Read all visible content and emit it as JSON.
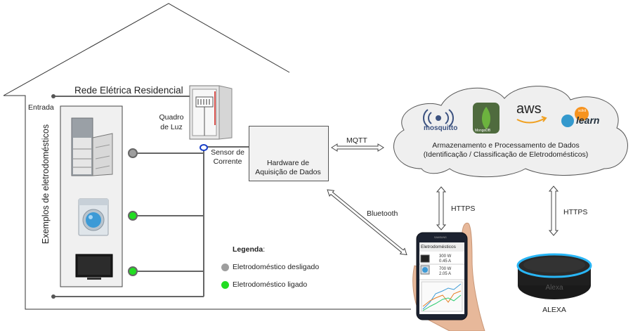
{
  "house": {
    "network_title": "Rede Elétrica Residencial",
    "entry_label": "Entrada",
    "appliances_label": "Exemplos de eletrodomésticos",
    "panel_label_line1": "Quadro",
    "panel_label_line2": "de Luz",
    "sensor_label_line1": "Sensor de",
    "sensor_label_line2": "Corrente"
  },
  "hardware": {
    "line1": "Hardware de",
    "line2": "Aquisição de Dados"
  },
  "connections": {
    "mqtt": "MQTT",
    "bluetooth": "Bluetooth",
    "https_phone": "HTTPS",
    "https_alexa": "HTTPS"
  },
  "cloud": {
    "line1": "Armazenamento e Processamento de Dados",
    "line2": "(Identificação / Classificação de Eletrodomésticos)",
    "logos": [
      {
        "name": "mosquitto",
        "text": "mosquitto"
      },
      {
        "name": "mongodb",
        "text": "MongoDB"
      },
      {
        "name": "aws",
        "text": "aws"
      },
      {
        "name": "scikit-learn",
        "text": "learn",
        "prefix": "scikit"
      }
    ]
  },
  "legend": {
    "title": "Legenda",
    "title_suffix": ":",
    "off_label": "Eletrodoméstico desligado",
    "on_label": "Eletrodoméstico ligado",
    "off_color": "#9e9e9e",
    "on_color": "#22dd22"
  },
  "phone": {
    "app_title": "Eletrodomésticos",
    "brand": "SAMSUNG",
    "items": [
      {
        "power": "300  W",
        "current": "0.45 A"
      },
      {
        "power": "700  W",
        "current": "2.05 A"
      }
    ]
  },
  "alexa": {
    "device_text": "Alexa",
    "label": "ALEXA"
  },
  "appliances": [
    {
      "name": "refrigerator",
      "state": "off"
    },
    {
      "name": "washing-machine",
      "state": "on"
    },
    {
      "name": "television",
      "state": "on"
    }
  ]
}
